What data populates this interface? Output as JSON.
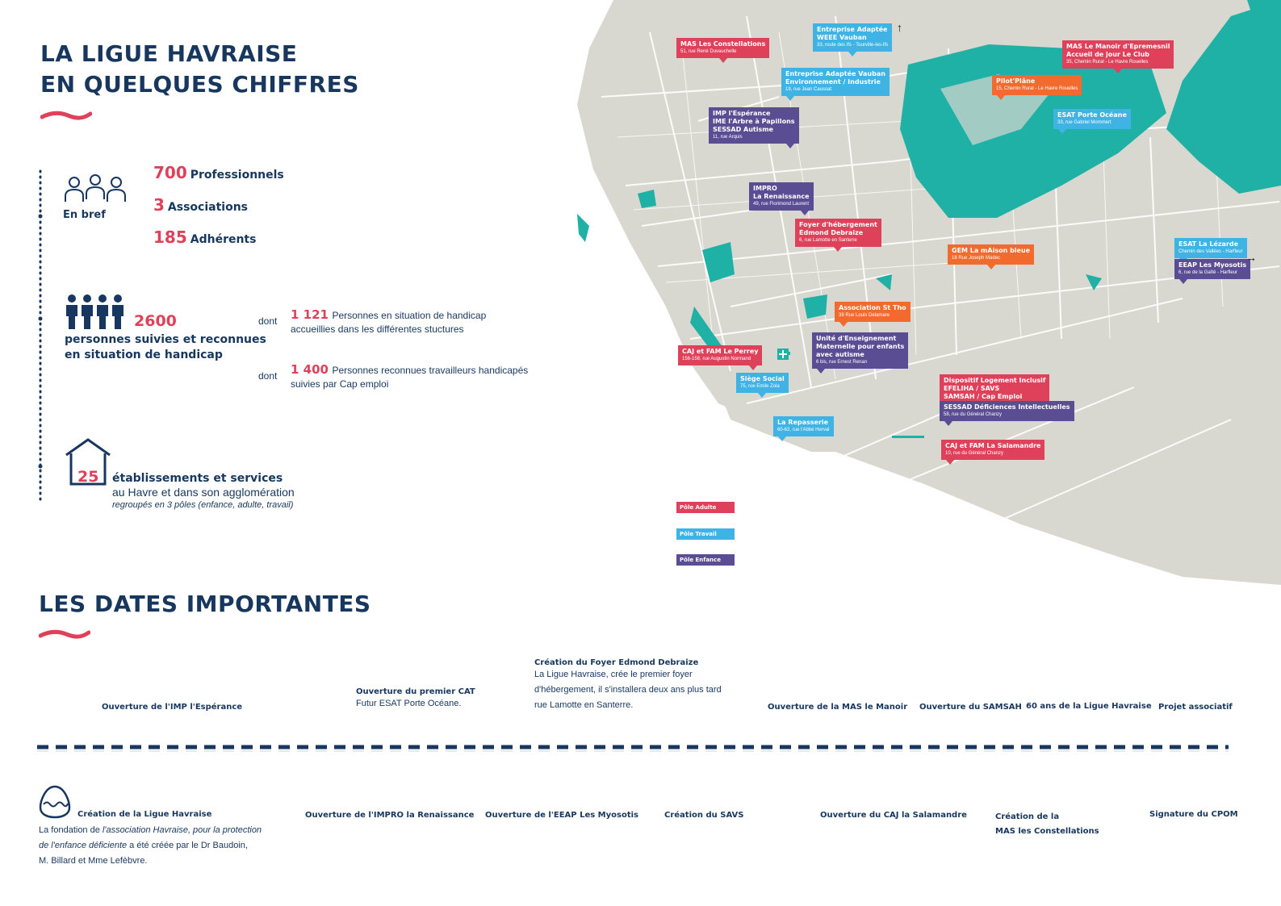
{
  "header": {
    "title_line1": "LA LIGUE HAVRAISE",
    "title_line2": "EN QUELQUES CHIFFRES"
  },
  "bref": {
    "label": "En bref",
    "stats": [
      {
        "value": "700",
        "label": "Professionnels"
      },
      {
        "value": "3",
        "label": "Associations"
      },
      {
        "value": "185",
        "label": "Adhérents"
      }
    ]
  },
  "suivies": {
    "value": "2600",
    "label_line1": "personnes suivies et reconnues",
    "label_line2": "en situation de handicap",
    "dont1": {
      "dont": "dont",
      "value": "1 121",
      "text_line1": "Personnes en situation  de handicap",
      "text_line2": "accueillies dans les différentes stuctures"
    },
    "dont2": {
      "dont": "dont",
      "value": "1 400",
      "text_line1": "Personnes reconnues travailleurs handicapés",
      "text_line2": "suivies par Cap emploi"
    }
  },
  "etablissements": {
    "value": "25",
    "label_line1": "établissements et services",
    "label_line2": "au Havre  et dans son agglomération",
    "label_line3": "regroupés en 3 pôles (enfance, adulte, travail)"
  },
  "map": {
    "pins": [
      {
        "title": "MAS Les Constellations",
        "addr": "51, rue René Duvauchelle",
        "type": "adulte"
      },
      {
        "title": "Entreprise Adaptée",
        "title2": "WEEE Vauban",
        "addr": "33, route des Ifs - Tourville-les-Ifs",
        "type": "travail"
      },
      {
        "title": "Entreprise Adaptée Vauban",
        "title2": "Environnement / Industrie",
        "addr": "19, rue Jean Caussat",
        "type": "travail"
      },
      {
        "title": "MAS Le Manoir d'Epremesnil",
        "title2": "Accueil de jour Le Club",
        "addr": "35, Chemin Rural - Le Havre Rouelles",
        "type": "adulte"
      },
      {
        "title": "Pilot'Plâne",
        "addr": "15, Chemin Rural - Le Havre Rouelles",
        "type": "orange"
      },
      {
        "title": "ESAT Porte Océane",
        "addr": "33, rue Gabriel Mommert",
        "type": "travail"
      },
      {
        "title": "IMP l'Espérance",
        "title2": "IME l'Arbre à Papillons",
        "title3": "SESSAD Autisme",
        "addr": "11, rue Arquis",
        "type": "enfance"
      },
      {
        "title": "IMPRO",
        "title2": "La Renaissance",
        "addr": "49, rue Florimond Laurent",
        "type": "enfance"
      },
      {
        "title": "Foyer d'hébergement",
        "title2": "Edmond Debraize",
        "addr": "6, rue Lamotte en Santerre",
        "type": "adulte"
      },
      {
        "title": "GEM La mAison bleue",
        "addr": "18 Rue Joseph Madec",
        "type": "orange"
      },
      {
        "title": "ESAT La Lézarde",
        "addr": "Chemin des Vallées - Harfleur",
        "type": "travail"
      },
      {
        "title": "EEAP Les Myosotis",
        "addr": "6, rue de la Gaîté - Harfleur",
        "type": "enfance"
      },
      {
        "title": "Association St Tho",
        "addr": "39 Rue Louis Delamare",
        "type": "orange"
      },
      {
        "title": "CAJ et FAM Le Perrey",
        "addr": "156-158, rue Augustin Normand",
        "type": "adulte"
      },
      {
        "title": "Unité d'Enseignement",
        "title2": "Maternelle pour enfants",
        "title3": "avec autisme",
        "addr": "6 bis, rue Ernest Renan",
        "type": "enfance"
      },
      {
        "title": "Siège Social",
        "addr": "75, rue Emile Zola",
        "type": "travail"
      },
      {
        "title": "Dispositif Logement Inclusif",
        "title2": "EFELIHA / SAVS",
        "title3": "SAMSAH / Cap Emploi",
        "type": "adulte"
      },
      {
        "title": "SESSAD Déficiences Intellectuelles",
        "addr": "58, rue du Général Chanzy",
        "type": "enfance"
      },
      {
        "title": "La Repasserie",
        "addr": "60-62, rue l'Abbé Herval",
        "type": "travail"
      },
      {
        "title": "CAJ et FAM La Salamandre",
        "addr": "10, rue du Général Chanzy",
        "type": "adulte"
      }
    ],
    "legend": [
      {
        "label": "Pôle Adulte",
        "color": "#e0415a"
      },
      {
        "label": "Pôle Travail",
        "color": "#3eb3e4"
      },
      {
        "label": "Pôle Enfance",
        "color": "#5a4d93"
      }
    ]
  },
  "dates": {
    "title": "LES DATES IMPORTANTES",
    "top": [
      {
        "title": "Ouverture de l'IMP l'Espérance"
      },
      {
        "title": "Ouverture du premier CAT",
        "desc": "Futur ESAT Porte Océane."
      },
      {
        "title": "Création du Foyer Edmond Debraize",
        "desc1": "La  Ligue  Havraise,  crée  le  premier  foyer",
        "desc2": "d'hébergement, il s'installera deux ans plus tard",
        "desc3": "rue Lamotte en Santerre."
      },
      {
        "title": "Ouverture de la MAS le Manoir"
      },
      {
        "title": "Ouverture du SAMSAH"
      },
      {
        "title": "60 ans de la Ligue Havraise"
      },
      {
        "title": "Projet associatif"
      }
    ],
    "bottom": [
      {
        "title": "Création de la Ligue Havraise",
        "desc1_a": "La fondation de ",
        "desc1_b": "l'association Havraise, pour la protection",
        "desc2_a": "de l'enfance déficiente",
        "desc2_b": " a été créée par le Dr Baudoin,",
        "desc3": "M. Billard et Mme Lefèbvre."
      },
      {
        "title": "Ouverture de l'IMPRO la Renaissance"
      },
      {
        "title": "Ouverture de l'EEAP Les Myosotis"
      },
      {
        "title": "Création du SAVS"
      },
      {
        "title": "Ouverture du CAJ la Salamandre"
      },
      {
        "title": "Création de la",
        "title2": "MAS les Constellations"
      },
      {
        "title": "Signature du CPOM"
      }
    ]
  },
  "colors": {
    "navy": "#17375e",
    "pink": "#e0415a",
    "teal": "#1fb0a6",
    "land": "#d8d7d0"
  }
}
